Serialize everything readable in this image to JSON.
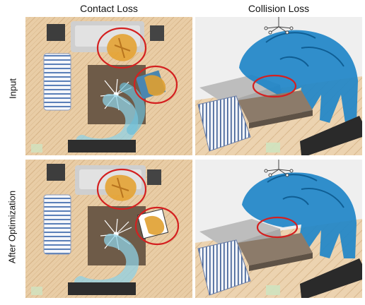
{
  "figure": {
    "column_titles": [
      "Contact Loss",
      "Collision Loss"
    ],
    "row_titles": [
      "Input",
      "After Optimization"
    ]
  },
  "panels": [
    {
      "row": "Input",
      "column": "Contact Loss",
      "view": "top-down"
    },
    {
      "row": "Input",
      "column": "Collision Loss",
      "view": "perspective"
    },
    {
      "row": "After Optimization",
      "column": "Contact Loss",
      "view": "top-down"
    },
    {
      "row": "After Optimization",
      "column": "Collision Loss",
      "view": "perspective"
    }
  ],
  "colors": {
    "highlight_circle": "#d42020",
    "human_motion_cyan": "#5fb6d6",
    "human_blue": "#1a7fc4",
    "human_orange": "#e0a030",
    "floor": "#e6c9a3",
    "wall": "#e8e8e8"
  }
}
